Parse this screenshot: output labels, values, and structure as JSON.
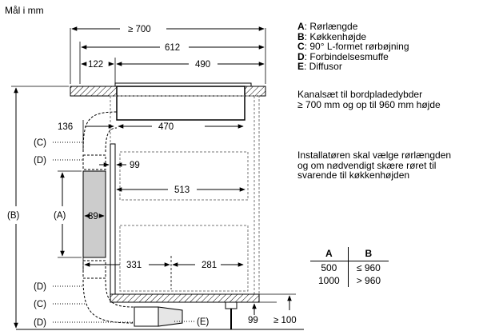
{
  "units": "Mål i mm",
  "legend": [
    {
      "key": "A",
      "text": ": Rørlængde"
    },
    {
      "key": "B",
      "text": ": Køkkenhøjde"
    },
    {
      "key": "C",
      "text": ": 90° L-formet rørbøjning"
    },
    {
      "key": "D",
      "text": ": Forbindelsesmuffe"
    },
    {
      "key": "E",
      "text": ": Diffusor"
    }
  ],
  "notes": {
    "kit_line1": "Kanalsæt til bordpladedybder",
    "kit_line2": "≥ 700 mm og op til 960 mm højde",
    "installer_line1": "Installatøren skal vælge rørlængden",
    "installer_line2": "og om nødvendigt skære røret til",
    "installer_line3": "svarende til køkkenhøjden"
  },
  "table": {
    "headers": [
      "A",
      "B"
    ],
    "rows": [
      [
        "500",
        "≤ 960"
      ],
      [
        "1000",
        "> 960"
      ]
    ]
  },
  "dimensions": {
    "d700": "≥ 700",
    "d612": "612",
    "d122": "122",
    "d490": "490",
    "d136": "136",
    "d470": "470",
    "d99a": "99",
    "d513": "513",
    "d89": "89",
    "d331": "331",
    "d281": "281",
    "d99b": "99",
    "d100": "≥ 100"
  },
  "labels": {
    "C": "(C)",
    "D": "(D)",
    "A": "(A)",
    "B": "(B)",
    "E": "(E)"
  }
}
